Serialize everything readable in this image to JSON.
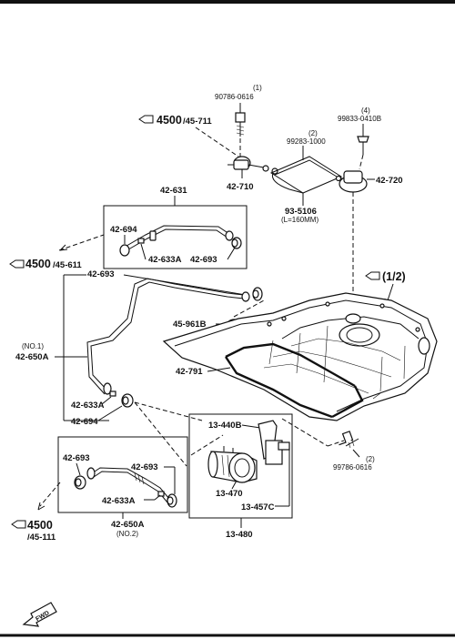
{
  "refs": {
    "top_center": {
      "num": "4500",
      "sub": "/45-711"
    },
    "left_mid": {
      "num": "4500",
      "sub": "/45-611"
    },
    "bottom_left": {
      "num": "4500",
      "sub": "/45-111"
    },
    "right": {
      "label": "(1/2)"
    }
  },
  "labels": {
    "q1": "(1)",
    "p90786_top": "90786-0616",
    "q2_top": "(2)",
    "p99283": "99283-1000",
    "q4": "(4)",
    "p99833": "99833-0410B",
    "p42710": "42-710",
    "p42720": "42-720",
    "p935106": "93-5106",
    "l160": "(L=160MM)",
    "p42631": "42-631",
    "p42694_a": "42-694",
    "p42633A_a": "42-633A",
    "p42693_a": "42-693",
    "p42693_b": "42-693",
    "p45961B": "45-961B",
    "no1": "(NO.1)",
    "p42650A": "42-650A",
    "p42791": "42-791",
    "p42633A_b": "42-633A",
    "p42694_b": "42-694",
    "p13440B": "13-440B",
    "q2_bottom": "(2)",
    "p90786_bottom": "99786-0616",
    "p42693_c": "42-693",
    "p42693_d": "42-693",
    "p42633A_c": "42-633A",
    "p13470": "13-470",
    "p13457C": "13-457C",
    "p42650A_2": "42-650A",
    "no2": "(NO.2)",
    "p13480": "13-480",
    "fwd": "FWD"
  }
}
